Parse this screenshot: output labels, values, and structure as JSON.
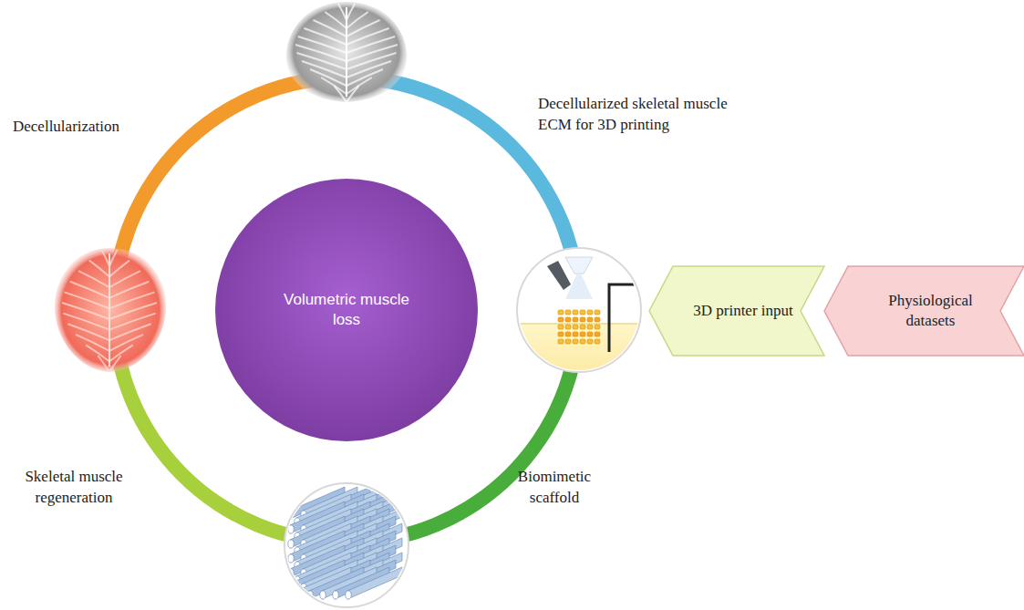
{
  "diagram": {
    "nodes": [
      {
        "text": [
          "Volumetric muscle loss"
        ]
      },
      {
        "text": [
          "3D printer input"
        ]
      },
      {
        "text": [
          "Physiological datasets"
        ]
      }
    ],
    "labels": [
      "Decellularization",
      "Decellularized skeletal muscle ECM for 3D printing",
      "Biomimetic scaffold",
      "Skeletal muscle regeneration"
    ]
  }
}
